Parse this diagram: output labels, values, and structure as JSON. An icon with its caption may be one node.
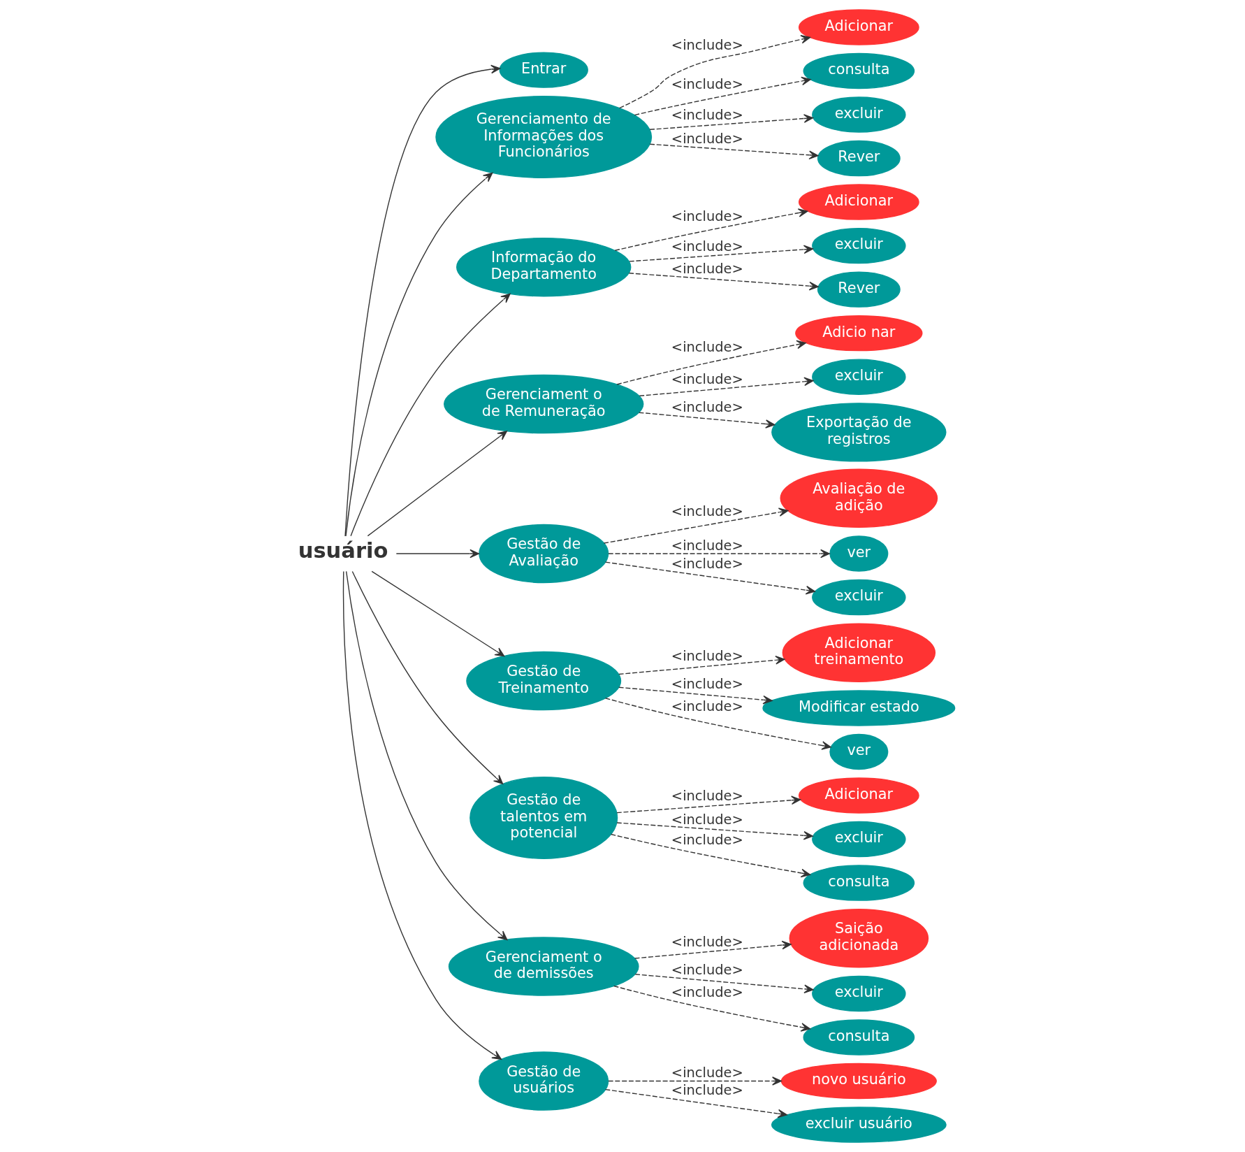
{
  "diagram": {
    "nodes": [
      {
        "text": [
          "usuário"
        ]
      },
      {
        "text": [
          "Entrar"
        ]
      },
      {
        "text": [
          "Gerenciamento de Informações dos Funcionários"
        ]
      },
      {
        "text": [
          "Adicionar"
        ]
      },
      {
        "text": [
          "consulta"
        ]
      },
      {
        "text": [
          "excluir"
        ]
      },
      {
        "text": [
          "Rever"
        ]
      },
      {
        "text": [
          "Informação do Departamento"
        ]
      },
      {
        "text": [
          "Adicionar"
        ]
      },
      {
        "text": [
          "excluir"
        ]
      },
      {
        "text": [
          "Rever"
        ]
      },
      {
        "text": [
          "Gerenciament o de Remuneração"
        ]
      },
      {
        "text": [
          "Adicio nar"
        ]
      },
      {
        "text": [
          "excluir"
        ]
      },
      {
        "text": [
          "Exportação de registros"
        ]
      },
      {
        "text": [
          "Gestão de Avaliação"
        ]
      },
      {
        "text": [
          "Avaliação de adição"
        ]
      },
      {
        "text": [
          "ver"
        ]
      },
      {
        "text": [
          "excluir"
        ]
      },
      {
        "text": [
          "Gestão de Treinamento"
        ]
      },
      {
        "text": [
          "Adicionar treinamento"
        ]
      },
      {
        "text": [
          "Modificar estado"
        ]
      },
      {
        "text": [
          "ver"
        ]
      },
      {
        "text": [
          "Gestão de talentos em potencial"
        ]
      },
      {
        "text": [
          "Adicionar"
        ]
      },
      {
        "text": [
          "excluir"
        ]
      },
      {
        "text": [
          "consulta"
        ]
      },
      {
        "text": [
          "Gerenciament o de demissões"
        ]
      },
      {
        "text": [
          "Saição adicionada"
        ]
      },
      {
        "text": [
          "excluir"
        ]
      },
      {
        "text": [
          "consulta"
        ]
      },
      {
        "text": [
          "Gestão de usuários"
        ]
      },
      {
        "text": [
          "novo usuário"
        ]
      },
      {
        "text": [
          "excluir usuário"
        ]
      }
    ],
    "edges": [
      {
        "from": 0,
        "to": 1,
        "arrow": "to"
      },
      {
        "from": 0,
        "to": 2,
        "arrow": "to"
      },
      {
        "from": 0,
        "to": 7,
        "arrow": "to"
      },
      {
        "from": 0,
        "to": 11,
        "arrow": "to"
      },
      {
        "from": 0,
        "to": 15,
        "arrow": "to"
      },
      {
        "from": 0,
        "to": 19,
        "arrow": "to"
      },
      {
        "from": 0,
        "to": 23,
        "arrow": "to"
      },
      {
        "from": 0,
        "to": 27,
        "arrow": "to"
      },
      {
        "from": 0,
        "to": 31,
        "arrow": "to"
      },
      {
        "from": 2,
        "to": 3,
        "arrow": "to",
        "label": "<include>",
        "style": "dashed"
      },
      {
        "from": 2,
        "to": 4,
        "arrow": "to",
        "label": "<include>",
        "style": "dashed"
      },
      {
        "from": 2,
        "to": 5,
        "arrow": "to",
        "label": "<include>",
        "style": "dashed"
      },
      {
        "from": 2,
        "to": 6,
        "arrow": "to",
        "label": "<include>",
        "style": "dashed"
      },
      {
        "from": 7,
        "to": 8,
        "arrow": "to",
        "label": "<include>",
        "style": "dashed"
      },
      {
        "from": 7,
        "to": 9,
        "arrow": "to",
        "label": "<include>",
        "style": "dashed"
      },
      {
        "from": 7,
        "to": 10,
        "arrow": "to",
        "label": "<include>",
        "style": "dashed"
      },
      {
        "from": 11,
        "to": 12,
        "arrow": "to",
        "label": "<include>",
        "style": "dashed"
      },
      {
        "from": 11,
        "to": 13,
        "arrow": "to",
        "label": "<include>",
        "style": "dashed"
      },
      {
        "from": 11,
        "to": 14,
        "arrow": "to",
        "label": "<include>",
        "style": "dashed"
      },
      {
        "from": 15,
        "to": 16,
        "arrow": "to",
        "label": "<include>",
        "style": "dashed"
      },
      {
        "from": 15,
        "to": 17,
        "arrow": "to",
        "label": "<include>",
        "style": "dashed"
      },
      {
        "from": 15,
        "to": 18,
        "arrow": "to",
        "label": "<include>",
        "style": "dashed"
      },
      {
        "from": 19,
        "to": 20,
        "arrow": "to",
        "label": "<include>",
        "style": "dashed"
      },
      {
        "from": 19,
        "to": 21,
        "arrow": "to",
        "label": "<include>",
        "style": "dashed"
      },
      {
        "from": 19,
        "to": 22,
        "arrow": "to",
        "label": "<include>",
        "style": "dashed"
      },
      {
        "from": 23,
        "to": 24,
        "arrow": "to",
        "label": "<include>",
        "style": "dashed"
      },
      {
        "from": 23,
        "to": 25,
        "arrow": "to",
        "label": "<include>",
        "style": "dashed"
      },
      {
        "from": 23,
        "to": 26,
        "arrow": "to",
        "label": "<include>",
        "style": "dashed"
      },
      {
        "from": 27,
        "to": 28,
        "arrow": "to",
        "label": "<include>",
        "style": "dashed"
      },
      {
        "from": 27,
        "to": 29,
        "arrow": "to",
        "label": "<include>",
        "style": "dashed"
      },
      {
        "from": 27,
        "to": 30,
        "arrow": "to",
        "label": "<include>",
        "style": "dashed"
      },
      {
        "from": 31,
        "to": 32,
        "arrow": "to",
        "label": "<include>",
        "style": "dashed"
      },
      {
        "from": 31,
        "to": 33,
        "arrow": "to",
        "label": "<include>",
        "style": "dashed"
      }
    ]
  }
}
